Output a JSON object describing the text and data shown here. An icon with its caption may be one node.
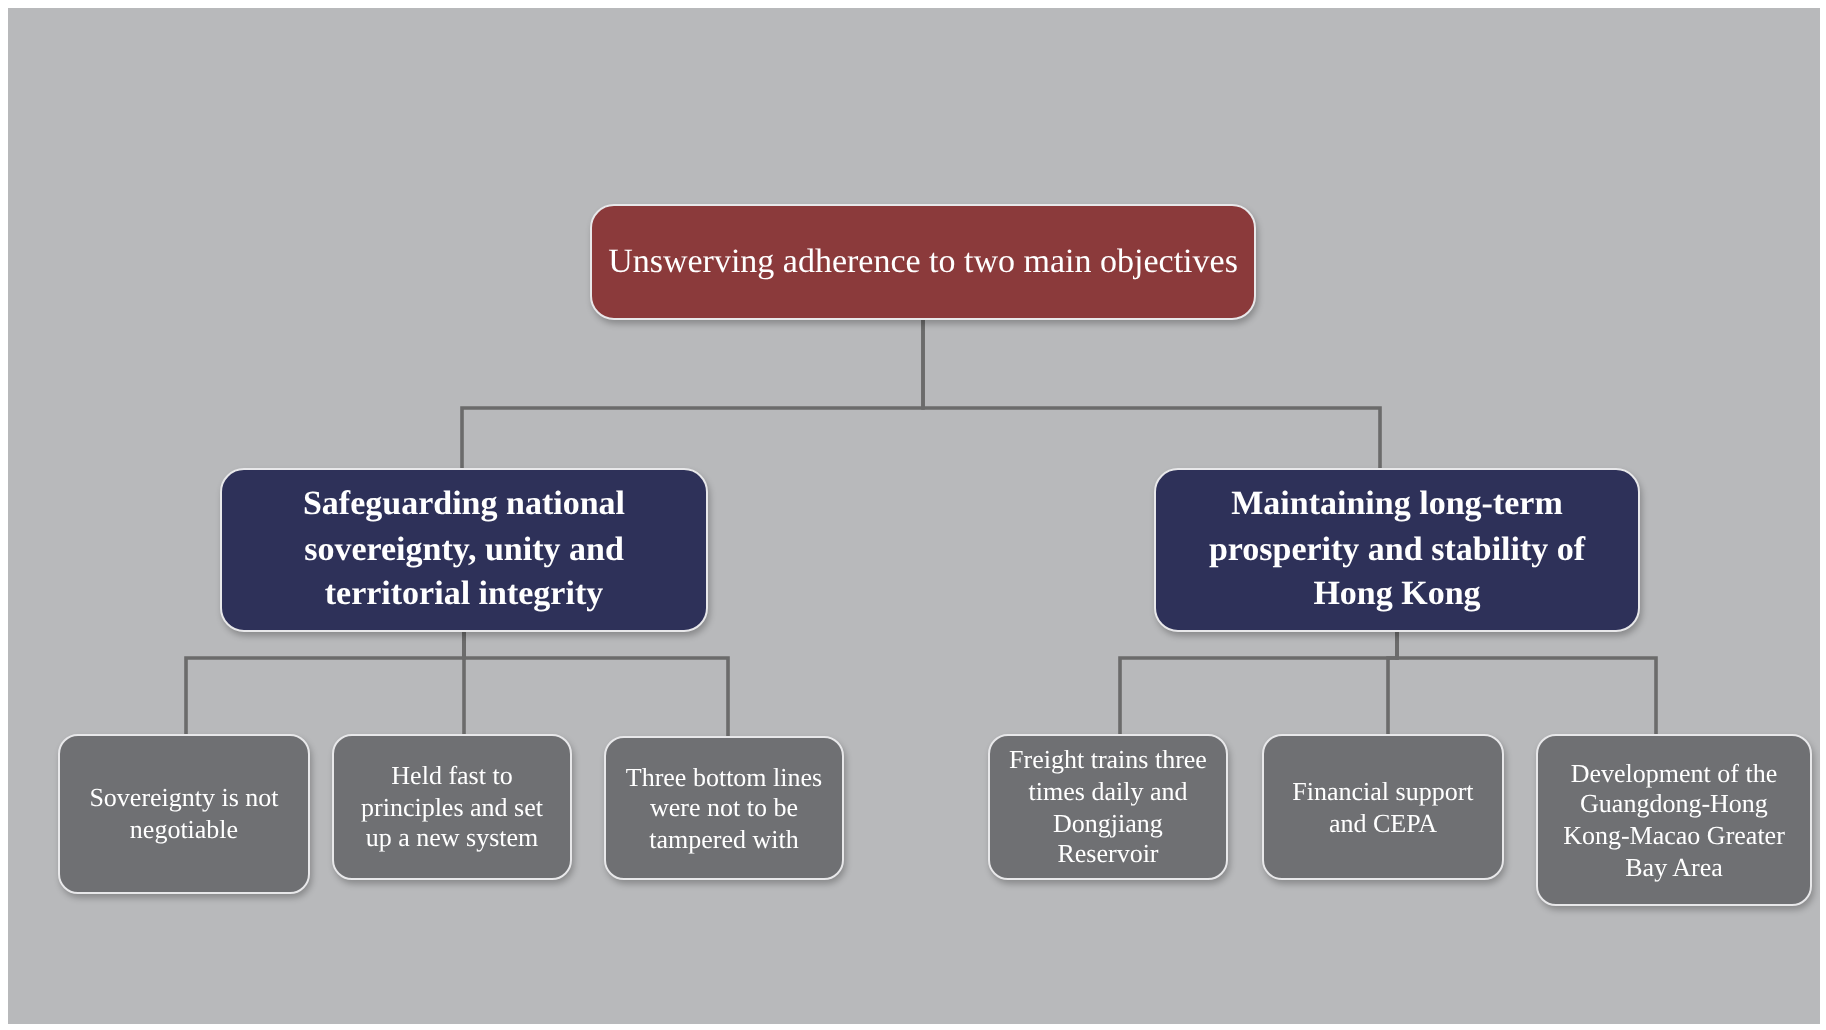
{
  "diagram": {
    "nodes": [
      {
        "text": [
          "Unswerving adherence to two main objectives"
        ]
      },
      {
        "text": [
          "Safeguarding national sovereignty, unity and territorial integrity"
        ]
      },
      {
        "text": [
          "Maintaining long-term prosperity and stability of Hong Kong"
        ]
      },
      {
        "text": [
          "Sovereignty is not negotiable"
        ]
      },
      {
        "text": [
          "Held fast to principles and set up a new system"
        ]
      },
      {
        "text": [
          "Three bottom lines were not to be tampered with"
        ]
      },
      {
        "text": [
          "Freight trains three times daily and Dongjiang Reservoir"
        ]
      },
      {
        "text": [
          "Financial support and CEPA"
        ]
      },
      {
        "text": [
          "Development of the Guangdong-Hong Kong-Macao Greater Bay Area"
        ]
      }
    ],
    "edges": [
      {
        "from": 0,
        "to": 1,
        "arrow": "none"
      },
      {
        "from": 0,
        "to": 2,
        "arrow": "none"
      },
      {
        "from": 1,
        "to": 3,
        "arrow": "none"
      },
      {
        "from": 1,
        "to": 4,
        "arrow": "none"
      },
      {
        "from": 1,
        "to": 5,
        "arrow": "none"
      },
      {
        "from": 2,
        "to": 6,
        "arrow": "none"
      },
      {
        "from": 2,
        "to": 7,
        "arrow": "none"
      },
      {
        "from": 2,
        "to": 8,
        "arrow": "none"
      }
    ]
  }
}
